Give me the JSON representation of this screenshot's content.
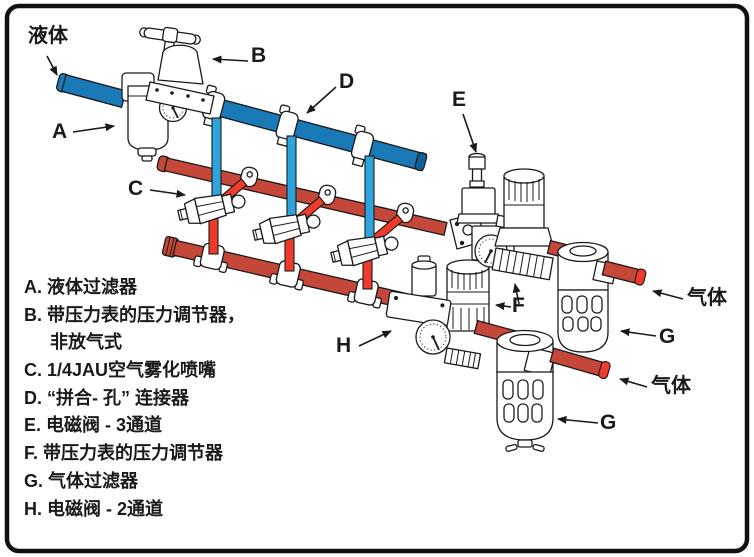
{
  "diagram": {
    "callouts": {
      "liquid": "液体",
      "gas_top": "气体",
      "gas_bottom": "气体",
      "a": "A",
      "b": "B",
      "c": "C",
      "d": "D",
      "e": "E",
      "f": "F",
      "g_top": "G",
      "g_bottom": "G",
      "h": "H"
    },
    "legend": {
      "items": [
        {
          "line": "A. 液体过滤器"
        },
        {
          "line": "B. 带压力表的压力调节器，"
        },
        {
          "line": "非放气式"
        },
        {
          "line": "C. 1/4JAU空气雾化喷嘴"
        },
        {
          "line": "D. “拼合- 孔” 连接器"
        },
        {
          "line": "E. 电磁阀 - 3通道"
        },
        {
          "line": "F. 带压力表的压力调节器"
        },
        {
          "line": "G. 气体过滤器"
        },
        {
          "line": "H. 电磁阀 - 2通道"
        }
      ]
    },
    "colors": {
      "liquid_pipe": "#1a7ab8",
      "liquid_pipe_dark": "#135f93",
      "liquid_tube": "#2fa3dc",
      "air_pipe": "#c5473a",
      "air_tube": "#ee3b2c",
      "outline": "#1a1a1a"
    }
  }
}
